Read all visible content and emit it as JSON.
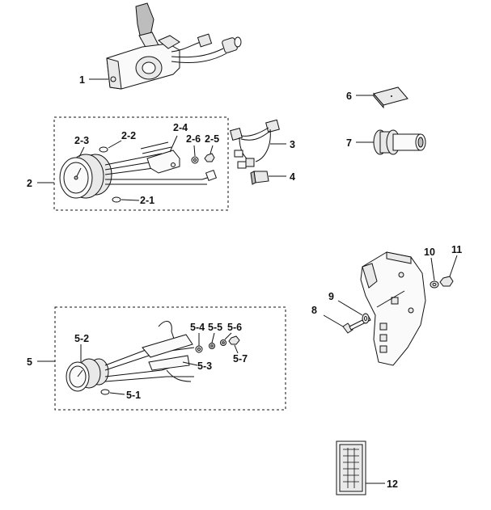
{
  "labels": {
    "p1": "1",
    "p2": "2",
    "p2_1": "2-1",
    "p2_2": "2-2",
    "p2_3": "2-3",
    "p2_4": "2-4",
    "p2_5": "2-5",
    "p2_6": "2-6",
    "p3": "3",
    "p4": "4",
    "p5": "5",
    "p5_1": "5-1",
    "p5_2": "5-2",
    "p5_3": "5-3",
    "p5_4": "5-4",
    "p5_5": "5-5",
    "p5_6": "5-6",
    "p5_7": "5-7",
    "p6": "6",
    "p7": "7",
    "p8": "8",
    "p9": "9",
    "p10": "10",
    "p11": "11",
    "p12": "12"
  }
}
